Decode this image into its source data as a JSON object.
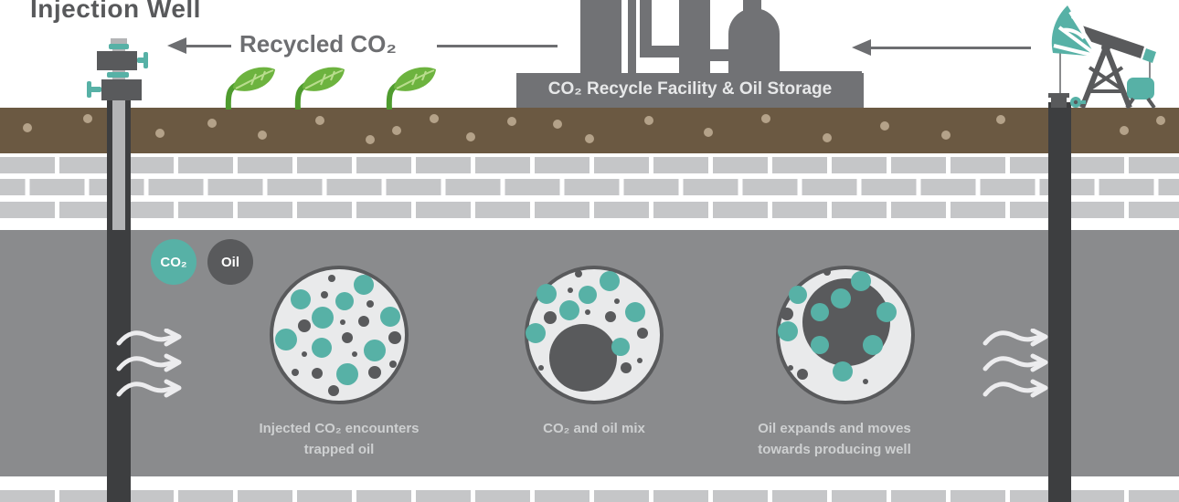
{
  "colors": {
    "teal": "#57b1a6",
    "dark_gray": "#595a5c",
    "mid_gray": "#8a8b8d",
    "factory_gray": "#717275",
    "arrow_gray": "#6d6e71",
    "soil_brown": "#6b5942",
    "soil_dot": "#b4a289",
    "brick_gray": "#c5c6c8",
    "circle_fill": "#e9eaeb",
    "caption_text": "#ced0d1",
    "title_text": "#58595b",
    "leaf_green": "#6db33f"
  },
  "labels": {
    "injection_well": "Injection Well",
    "recycled_co2": "Recycled CO₂",
    "facility": "CO₂ Recycle Facility & Oil Storage"
  },
  "legend": {
    "co2": "CO₂",
    "oil": "Oil"
  },
  "stages": [
    {
      "caption_line1": "Injected CO₂ encounters",
      "caption_line2": "trapped oil"
    },
    {
      "caption_line1": "CO₂ and oil mix",
      "caption_line2": ""
    },
    {
      "caption_line1": "Oil expands and moves",
      "caption_line2": "towards producing well"
    }
  ]
}
